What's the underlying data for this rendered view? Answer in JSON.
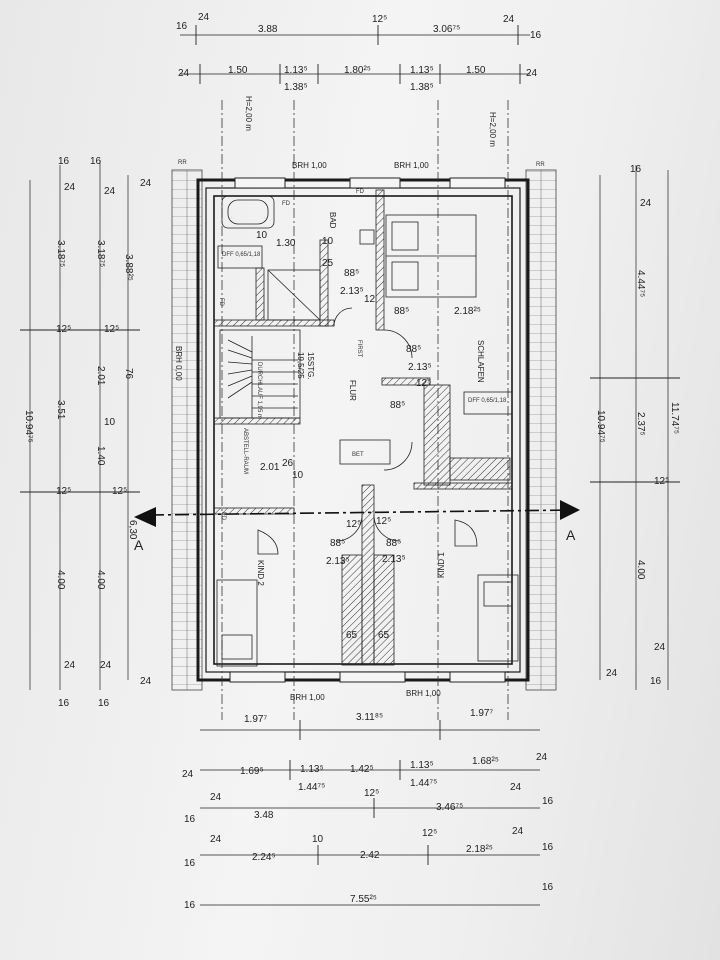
{
  "plan": {
    "brh_labels": [
      "BRH 1,00",
      "BRH 1,00",
      "BRH 1,00",
      "BRH 1,00"
    ],
    "brh_left": "BRH 0,00",
    "height_label_left": "H=2,00 m",
    "height_label_right": "H=2,00 m",
    "rr_labels": [
      "RR",
      "RR"
    ],
    "rooms": {
      "bad": "BAD",
      "schlafen": "SCHLAFEN",
      "flur": "FLUR",
      "first": "FIRST",
      "abstellraum": "ABSTELL-RAUM",
      "kind1": "KIND 1",
      "kind2": "KIND 2",
      "bet": "BET"
    },
    "stair": {
      "label": "15STG.",
      "ratio": "19,5/25",
      "note": "DURCHLAUF 1,95 m"
    },
    "fd_labels": [
      "FD",
      "FD",
      "FD",
      "FD"
    ],
    "dff_left": "DFF\n0,65/1,18",
    "dff_right": "DFF\n0,65/1,18",
    "section_mark": "A",
    "section_height": "6,30",
    "inner_dims": {
      "bad_10a": "10",
      "bad_130": "1.30",
      "bad_10b": "10",
      "bad_25": "25",
      "bad_885": "88⁵",
      "bad_2135": "2.13⁵",
      "bad_12": "12",
      "schlafen_885": "88⁵",
      "schlafen_218": "2.18²⁵",
      "flur_885a": "88⁵",
      "flur_2135": "2.13⁵",
      "flur_125": "12⁵",
      "flur_885b": "88⁵",
      "abstell_26": "26",
      "abstell_10": "10",
      "abstell_201": "2.01",
      "k_125a": "12⁵",
      "k_125b": "12⁵",
      "k_885a": "88⁵",
      "k_885b": "88⁵",
      "k_2135a": "2.13⁵",
      "k_2135b": "2.13⁵",
      "k_65a": "65",
      "k_65b": "65"
    },
    "top_dims_row1": [
      "16",
      "24",
      "3.88",
      "12⁵",
      "3.06⁷⁵",
      "24",
      "16"
    ],
    "top_dims_row2": [
      "24",
      "1.50",
      "1.13⁵",
      "1.38⁵",
      "1.80²⁵",
      "1.13⁵",
      "1.38⁵",
      "1.50",
      "24"
    ],
    "left_dims_outer": [
      "16",
      "24",
      "3.18⁷⁵",
      "12⁵",
      "3.51",
      "12⁵",
      "4.00",
      "24",
      "16",
      "10.94⁷⁵"
    ],
    "left_dims_inner": [
      "16",
      "24",
      "3.18⁷⁵",
      "12⁵",
      "2.01",
      "10",
      "1.40",
      "12⁵",
      "4.00",
      "24",
      "16"
    ],
    "left_dims_third": [
      "24",
      "3.88²⁵",
      "76",
      "24"
    ],
    "right_dims": [
      "16",
      "24",
      "4.44⁷⁵",
      "2.37⁵",
      "12⁵",
      "4.00",
      "24",
      "16",
      "10.94⁷⁵",
      "11.74⁷⁵",
      "24"
    ],
    "bottom_dims_row1": [
      "1.97⁷",
      "3.11⁸⁵",
      "1.97⁷"
    ],
    "bottom_dims_row2": [
      "24",
      "1.69⁵",
      "1.13⁵",
      "1.44⁷⁵",
      "1.42⁵",
      "1.13⁵",
      "1.44⁷⁵",
      "1.68²⁵",
      "24"
    ],
    "bottom_dims_row3": [
      "24",
      "16",
      "3.48",
      "12⁵",
      "3.46⁷⁵",
      "24",
      "16"
    ],
    "bottom_dims_row4": [
      "24",
      "16",
      "2.24⁵",
      "10",
      "2.42",
      "12⁵",
      "2.18²⁵",
      "24",
      "16"
    ],
    "bottom_dims_row5": [
      "16",
      "7.55²⁵",
      "16"
    ]
  }
}
